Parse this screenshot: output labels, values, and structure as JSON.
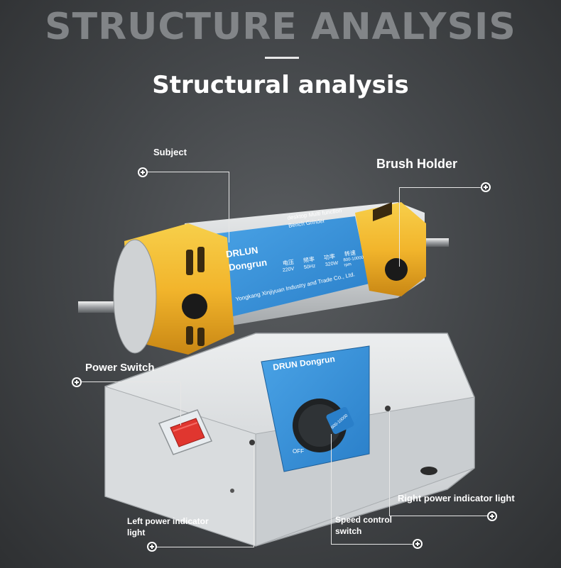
{
  "header": {
    "background_title": "STRUCTURE ANALYSIS",
    "title": "Structural analysis"
  },
  "product": {
    "motor_label_brand": "DRLUN",
    "motor_label_name": "Dongrun",
    "motor_label_desc": "desktop Multi function Bench Grinder",
    "motor_spec_voltage": "220V",
    "motor_spec_freq": "50Hz",
    "motor_spec_power": "320W",
    "motor_spec_speed": "800-10000 rpm",
    "motor_spec_voltage_cn": "电压",
    "motor_spec_freq_cn": "频率",
    "motor_spec_power_cn": "功率",
    "motor_spec_speed_cn": "转速",
    "manufacturer": "Yongkang Xinjiyuan Industry and Trade Co., Ltd.",
    "base_brand": "DRUN Dongrun",
    "knob_range": "800-10000",
    "knob_off": "OFF"
  },
  "callouts": {
    "subject": "Subject",
    "brush_holder": "Brush Holder",
    "power_switch": "Power Switch",
    "left_light_line1": "Left power indicator",
    "left_light_line2": "light",
    "speed_line1": "Speed control",
    "speed_line2": "switch",
    "right_light": "Right power indicator light"
  },
  "colors": {
    "accent_yellow": "#f2b52c",
    "label_blue": "#2f8fd8",
    "switch_red": "#e0362f",
    "base_grey": "#d6d9db"
  }
}
